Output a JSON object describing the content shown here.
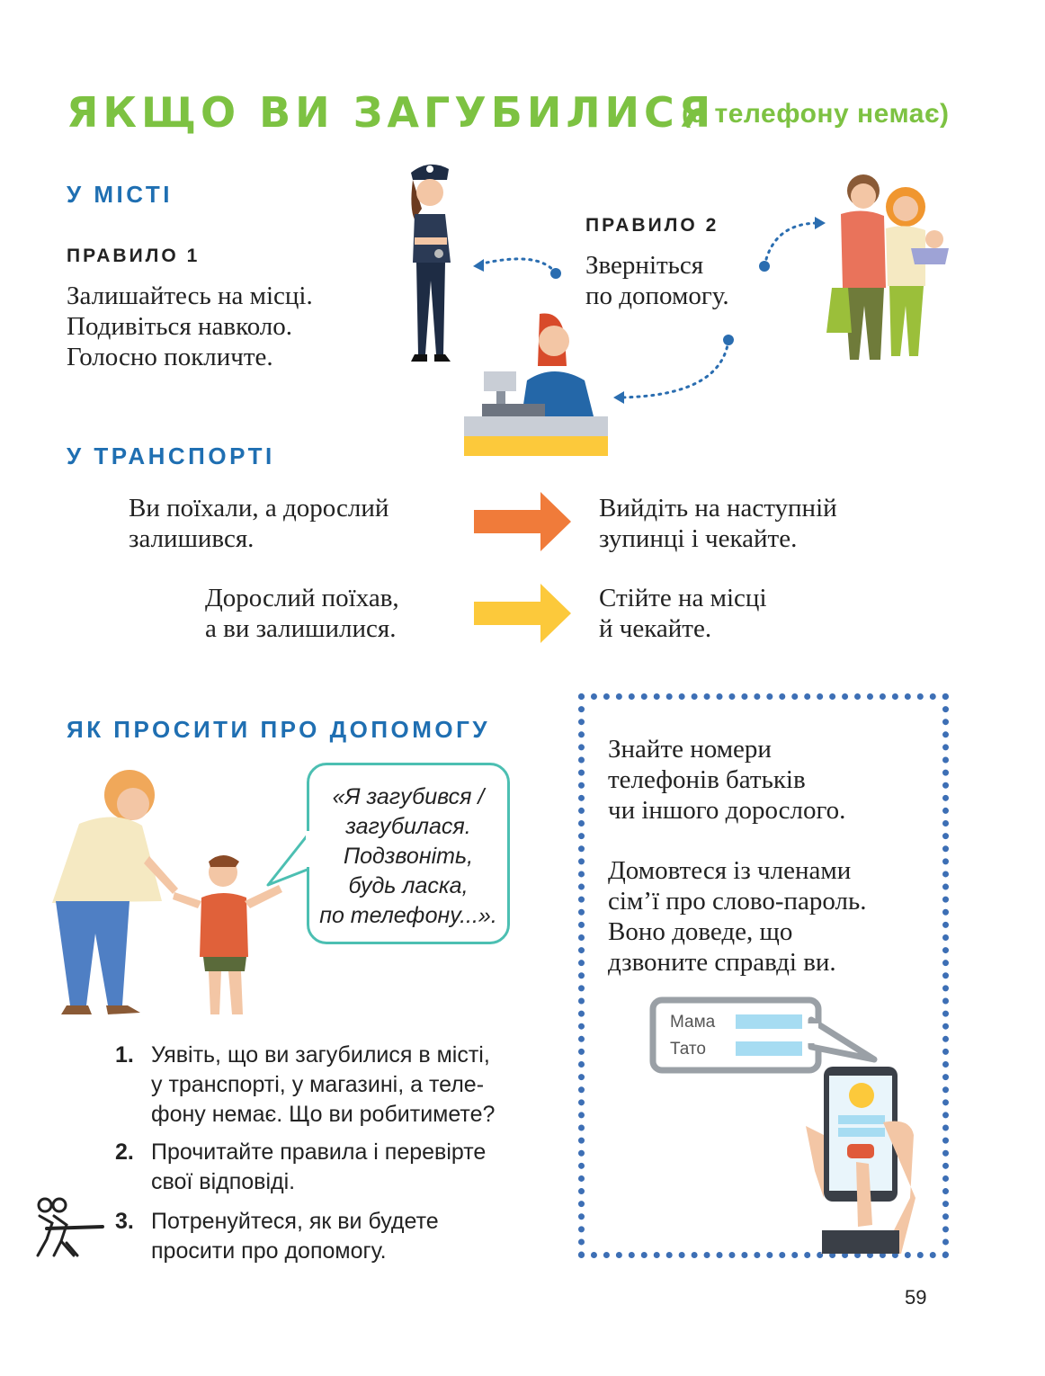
{
  "header": {
    "title": "ЯКЩО ВИ ЗАГУБИЛИСЯ",
    "subtitle": "(а телефону немає)"
  },
  "city": {
    "heading": "У МІСТІ",
    "rule1": {
      "label": "ПРАВИЛО 1",
      "lines": [
        "Залишайтесь на місці.",
        "Подивіться навколо.",
        "Голосно покличте."
      ]
    },
    "rule2": {
      "label": "ПРАВИЛО 2",
      "lines": [
        "Зверніться",
        "по допомогу."
      ]
    }
  },
  "transport": {
    "heading": "У ТРАНСПОРТІ",
    "rows": [
      {
        "situation": [
          "Ви поїхали, а дорослий",
          "залишився."
        ],
        "action": [
          "Вийдіть на наступній",
          "зупинці і чекайте."
        ],
        "arrow_color": "#f07b3a"
      },
      {
        "situation": [
          "Дорослий поїхав,",
          "а ви залишилися."
        ],
        "action": [
          "Стійте на місці",
          "й чекайте."
        ],
        "arrow_color": "#fcc93b"
      }
    ]
  },
  "help": {
    "heading": "ЯК ПРОСИТИ ПРО ДОПОМОГУ",
    "bubble_lines": [
      "«Я загубився /",
      "загубилася.",
      "Подзвоніть,",
      "будь ласка,",
      "по телефону...»."
    ]
  },
  "tasks": [
    {
      "num": "1.",
      "lines": [
        "Уявіть, що ви загубилися в місті,",
        "у транспорті, у магазині, а теле-",
        "фону немає. Що ви робитимете?"
      ]
    },
    {
      "num": "2.",
      "lines": [
        "Прочитайте правила і перевірте",
        "свої відповіді."
      ]
    },
    {
      "num": "3.",
      "lines": [
        "Потренуйтеся, як ви будете",
        "просити про допомогу."
      ]
    }
  ],
  "tip_box": {
    "para1": [
      "Знайте номери",
      "телефонів батьків",
      "чи іншого дорослого."
    ],
    "para2": [
      "Домовтеся із членами",
      "сім’ї про слово-пароль.",
      "Воно доведе, що",
      "дзвоните справді ви."
    ],
    "phone_contacts": [
      "Мама",
      "Тато"
    ]
  },
  "page_number": "59",
  "colors": {
    "title_green": "#7dc242",
    "heading_blue": "#1f6fb2",
    "bubble_teal": "#4cbfb2",
    "dot_blue": "#3d6fb5"
  }
}
